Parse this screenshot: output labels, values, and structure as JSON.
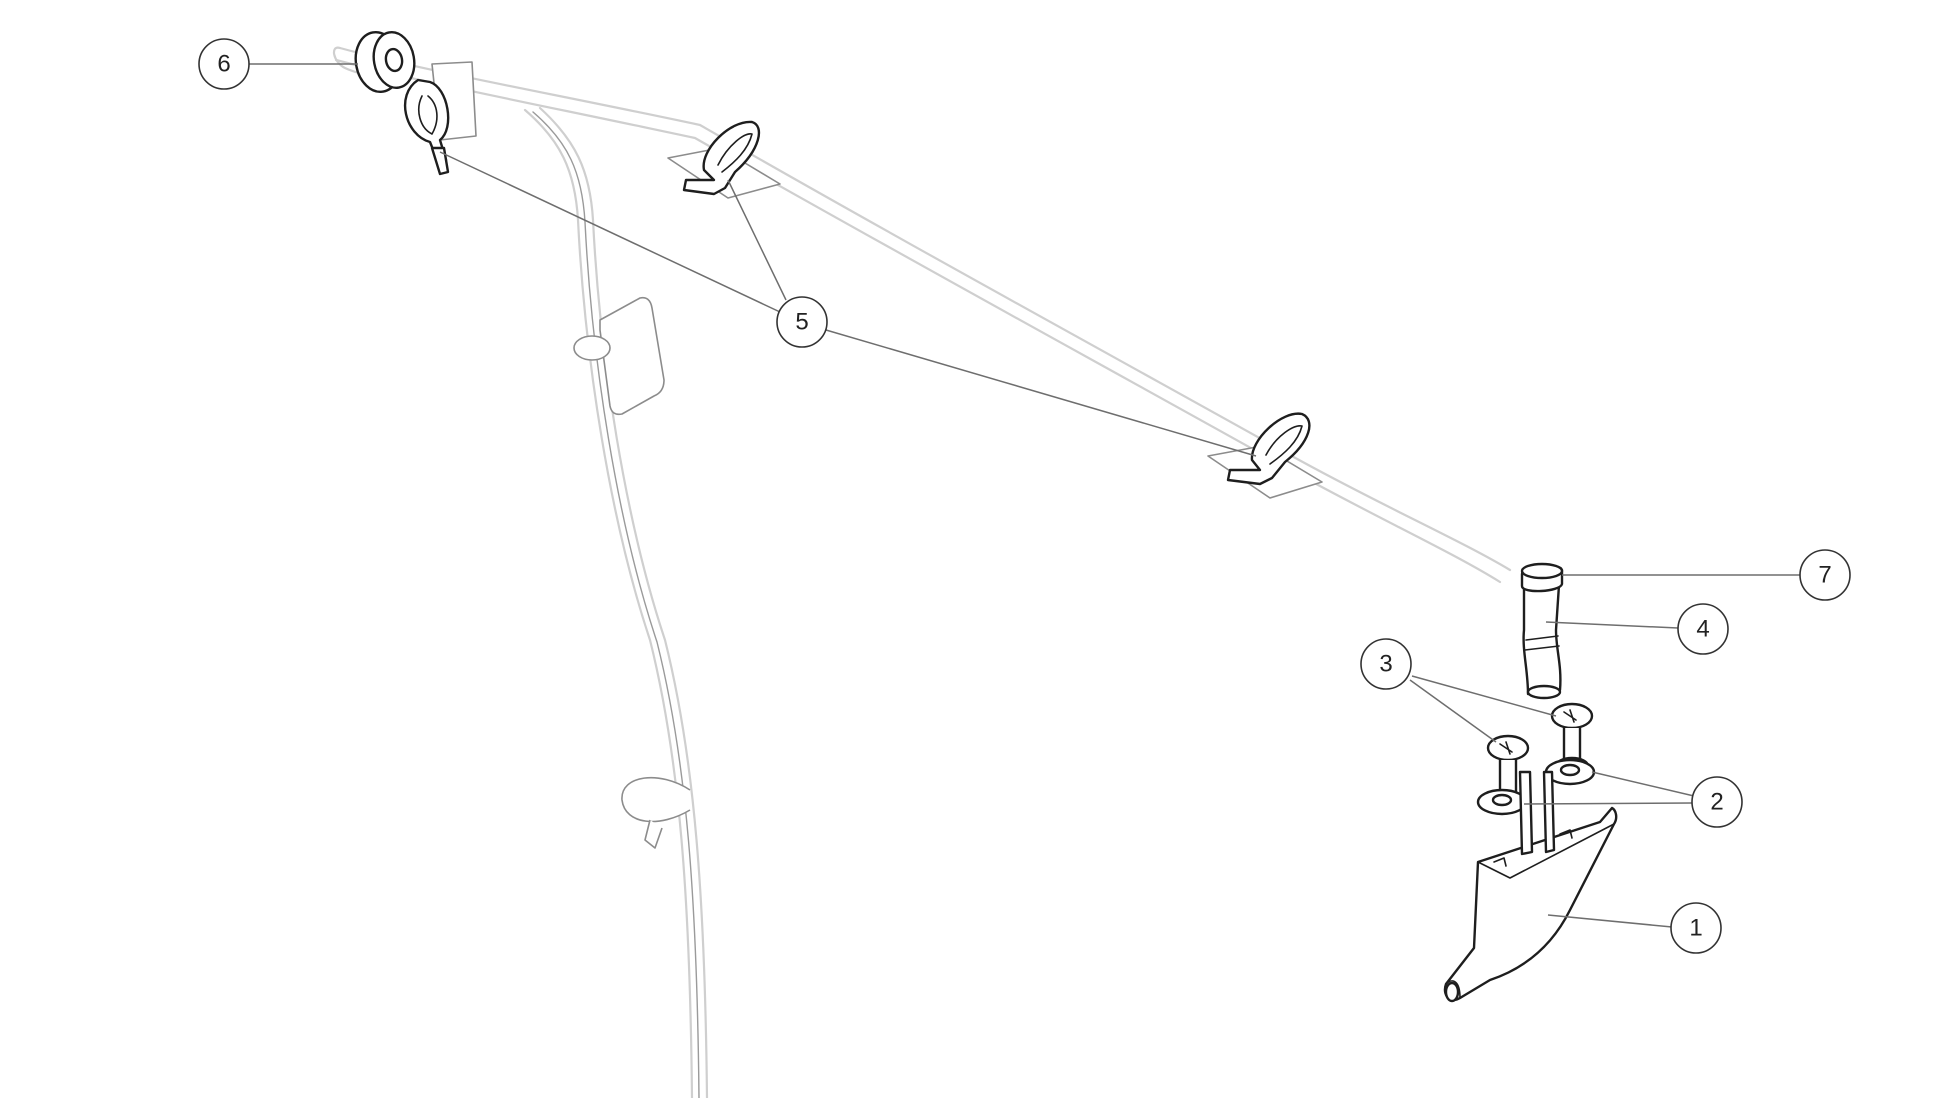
{
  "diagram": {
    "callouts": [
      {
        "id": "1",
        "label": "1"
      },
      {
        "id": "2",
        "label": "2"
      },
      {
        "id": "3",
        "label": "3"
      },
      {
        "id": "4",
        "label": "4"
      },
      {
        "id": "5",
        "label": "5"
      },
      {
        "id": "6",
        "label": "6"
      },
      {
        "id": "7",
        "label": "7"
      }
    ],
    "colors": {
      "line": "#1e1e1e",
      "hose": "#cfcfcf",
      "leader": "#6e6e6e",
      "background": "#ffffff"
    }
  }
}
